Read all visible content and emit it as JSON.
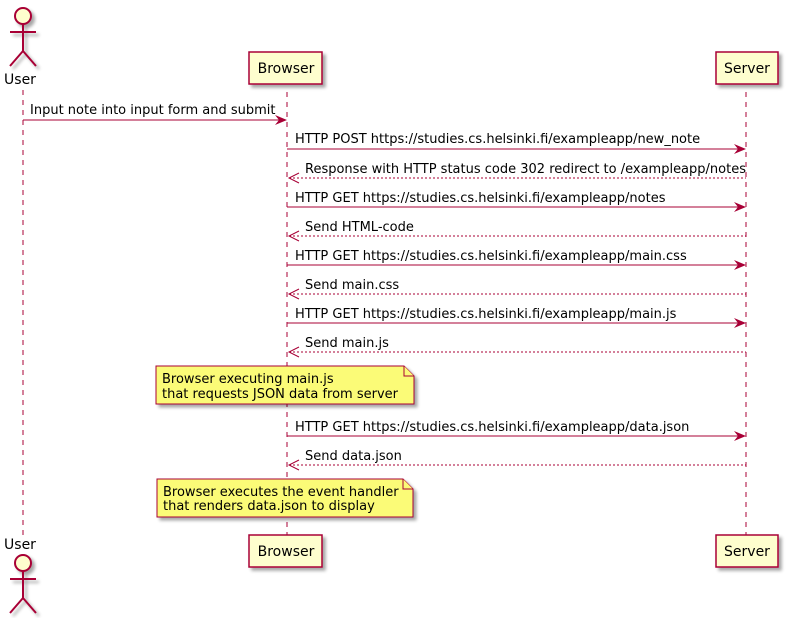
{
  "colors": {
    "line": "#A80036",
    "box_fill": "#FEFECE",
    "note_fill": "#FBFB77",
    "note_border": "#A80036",
    "text": "#000000",
    "shadow": "#d4d4d4"
  },
  "participants": [
    {
      "id": "user",
      "label": "User",
      "kind": "actor"
    },
    {
      "id": "browser",
      "label": "Browser",
      "kind": "participant"
    },
    {
      "id": "server",
      "label": "Server",
      "kind": "participant"
    }
  ],
  "messages": [
    {
      "from": "user",
      "to": "browser",
      "text": "Input note into input form and submit",
      "style": "solid"
    },
    {
      "from": "browser",
      "to": "server",
      "text": "HTTP POST https://studies.cs.helsinki.fi/exampleapp/new_note",
      "style": "solid"
    },
    {
      "from": "server",
      "to": "browser",
      "text": "Response with HTTP status code 302 redirect to /exampleapp/notes",
      "style": "dashed"
    },
    {
      "from": "browser",
      "to": "server",
      "text": "HTTP GET https://studies.cs.helsinki.fi/exampleapp/notes",
      "style": "solid"
    },
    {
      "from": "server",
      "to": "browser",
      "text": "Send HTML-code",
      "style": "dashed"
    },
    {
      "from": "browser",
      "to": "server",
      "text": "HTTP GET https://studies.cs.helsinki.fi/exampleapp/main.css",
      "style": "solid"
    },
    {
      "from": "server",
      "to": "browser",
      "text": "Send main.css",
      "style": "dashed"
    },
    {
      "from": "browser",
      "to": "server",
      "text": "HTTP GET https://studies.cs.helsinki.fi/exampleapp/main.js",
      "style": "solid"
    },
    {
      "from": "server",
      "to": "browser",
      "text": "Send main.js",
      "style": "dashed"
    },
    {
      "from": "browser",
      "to": "server",
      "text": "HTTP GET https://studies.cs.helsinki.fi/exampleapp/data.json",
      "style": "solid"
    },
    {
      "from": "server",
      "to": "browser",
      "text": "Send data.json",
      "style": "dashed"
    }
  ],
  "notes": [
    {
      "over": "browser",
      "lines": [
        "Browser executing main.js",
        "that requests JSON data from server"
      ]
    },
    {
      "over": "browser",
      "lines": [
        "Browser executes the event handler",
        "that renders data.json to display"
      ]
    }
  ]
}
